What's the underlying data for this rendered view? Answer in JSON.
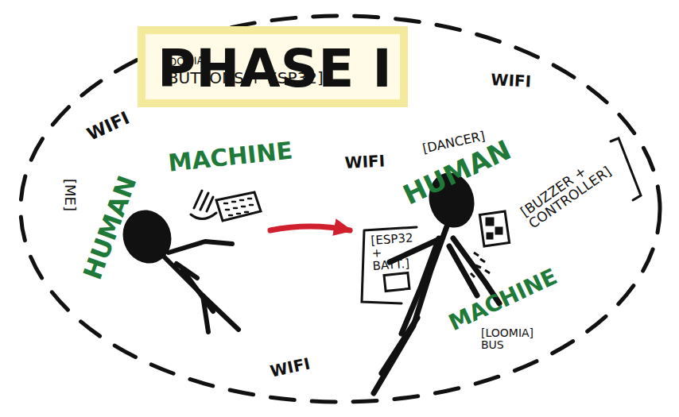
{
  "diagram": {
    "title": "PHASE I",
    "nodes": [
      {
        "text": [
          "[ME]",
          "HUMAN"
        ]
      },
      {
        "text": [
          "LOOMIA",
          "[BUTTONS + ESP32]",
          "MACHINE"
        ]
      },
      {
        "text": [
          "[DANCER]",
          "HUMAN"
        ]
      },
      {
        "text": [
          "MACHINE",
          "[LOOMIA] BUS"
        ]
      }
    ],
    "edges": [
      {
        "from": 0,
        "to": 2,
        "arrow": "to"
      }
    ],
    "labels": [
      "WIFI",
      "WIFI",
      "WIFI",
      "WIFI",
      "[BUZZER + CONTROLLER]",
      "[ESP32 + BATT.]"
    ]
  }
}
